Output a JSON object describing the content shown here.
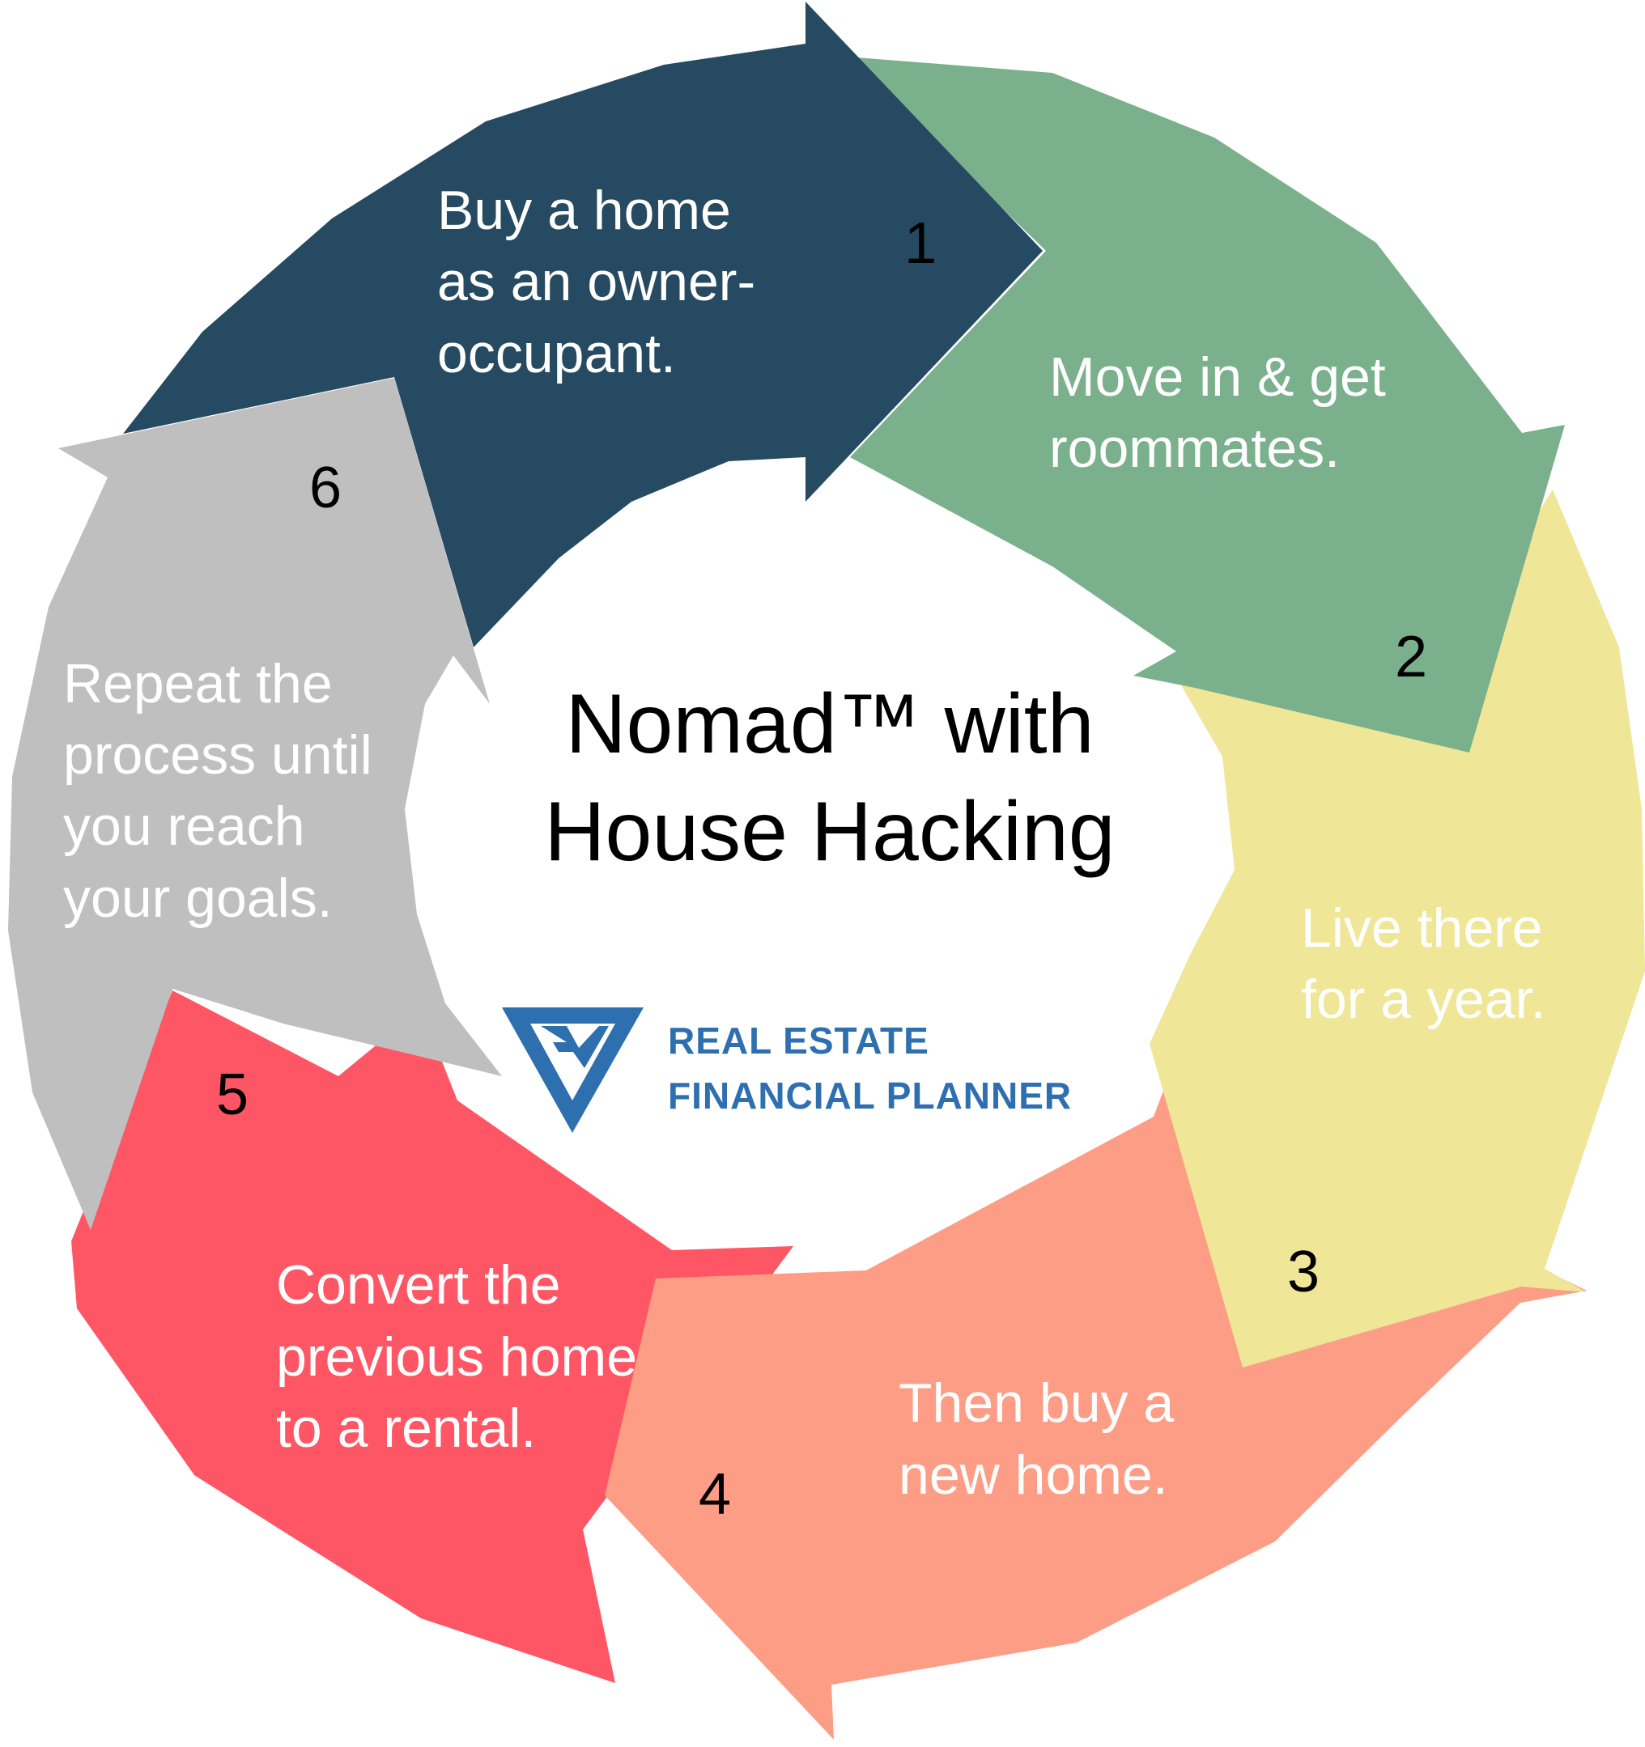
{
  "title": {
    "line1": "Nomad™ with",
    "line2": "House Hacking"
  },
  "logo": {
    "line1": "REAL ESTATE",
    "line2": "FINANCIAL PLANNER",
    "color": "#2e6fb0"
  },
  "steps": [
    {
      "number": "1",
      "lines": [
        "Buy a home",
        "as an owner-",
        "occupant."
      ],
      "color": "#264a61"
    },
    {
      "number": "2",
      "lines": [
        "Move in & get",
        "roommates."
      ],
      "color": "#7ab08b"
    },
    {
      "number": "3",
      "lines": [
        "Live there",
        "for a year."
      ],
      "color": "#efe697"
    },
    {
      "number": "4",
      "lines": [
        "Then buy a",
        "new home."
      ],
      "color": "#fd9d85"
    },
    {
      "number": "5",
      "lines": [
        "Convert the",
        "previous home",
        "to a rental."
      ],
      "color": "#fe5664"
    },
    {
      "number": "6",
      "lines": [
        "Repeat the",
        "process until",
        "you reach",
        "your goals."
      ],
      "color": "#bfbfbf"
    }
  ]
}
